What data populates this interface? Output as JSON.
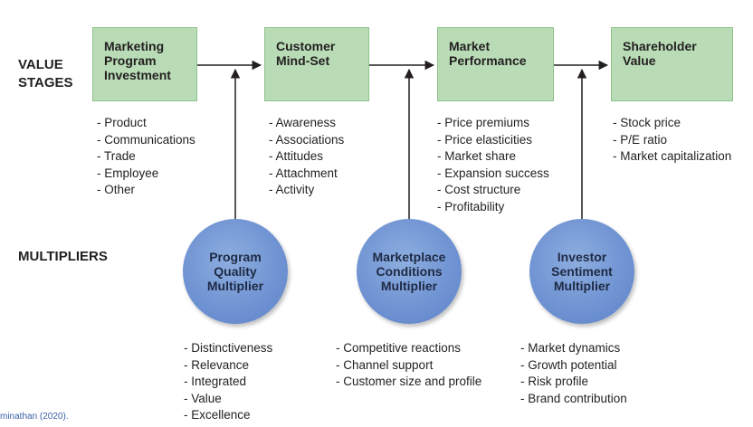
{
  "row_labels": {
    "value_stages": "VALUE\nSTAGES",
    "multipliers": "MULTIPLIERS"
  },
  "stages": [
    {
      "title": "Marketing\nProgram\nInvestment",
      "items": [
        "- Product",
        "- Communications",
        "- Trade",
        "- Employee",
        "- Other"
      ]
    },
    {
      "title": "Customer\nMind-Set",
      "items": [
        "- Awareness",
        "- Associations",
        "- Attitudes",
        "- Attachment",
        "- Activity"
      ]
    },
    {
      "title": "Market\nPerformance",
      "items": [
        "- Price premiums",
        "- Price elasticities",
        "- Market share",
        "- Expansion success",
        "- Cost structure",
        "- Profitability"
      ]
    },
    {
      "title": "Shareholder\nValue",
      "items": [
        "- Stock price",
        "- P/E ratio",
        "- Market capitalization"
      ]
    }
  ],
  "multipliers": [
    {
      "title": "Program\nQuality\nMultiplier",
      "items": [
        "- Distinctiveness",
        "- Relevance",
        "- Integrated",
        "- Value",
        "- Excellence"
      ]
    },
    {
      "title": "Marketplace\nConditions\nMultiplier",
      "items": [
        "- Competitive reactions",
        "- Channel support",
        "- Customer size and profile"
      ]
    },
    {
      "title": "Investor\nSentiment\nMultiplier",
      "items": [
        "- Market dynamics",
        "- Growth potential",
        "- Risk profile",
        "- Brand contribution"
      ]
    }
  ],
  "footnote": "minathan (2020).",
  "colors": {
    "stage_fill": "#b9dcb6",
    "circle_fill": "#6e92d2",
    "arrow": "#231f20"
  }
}
